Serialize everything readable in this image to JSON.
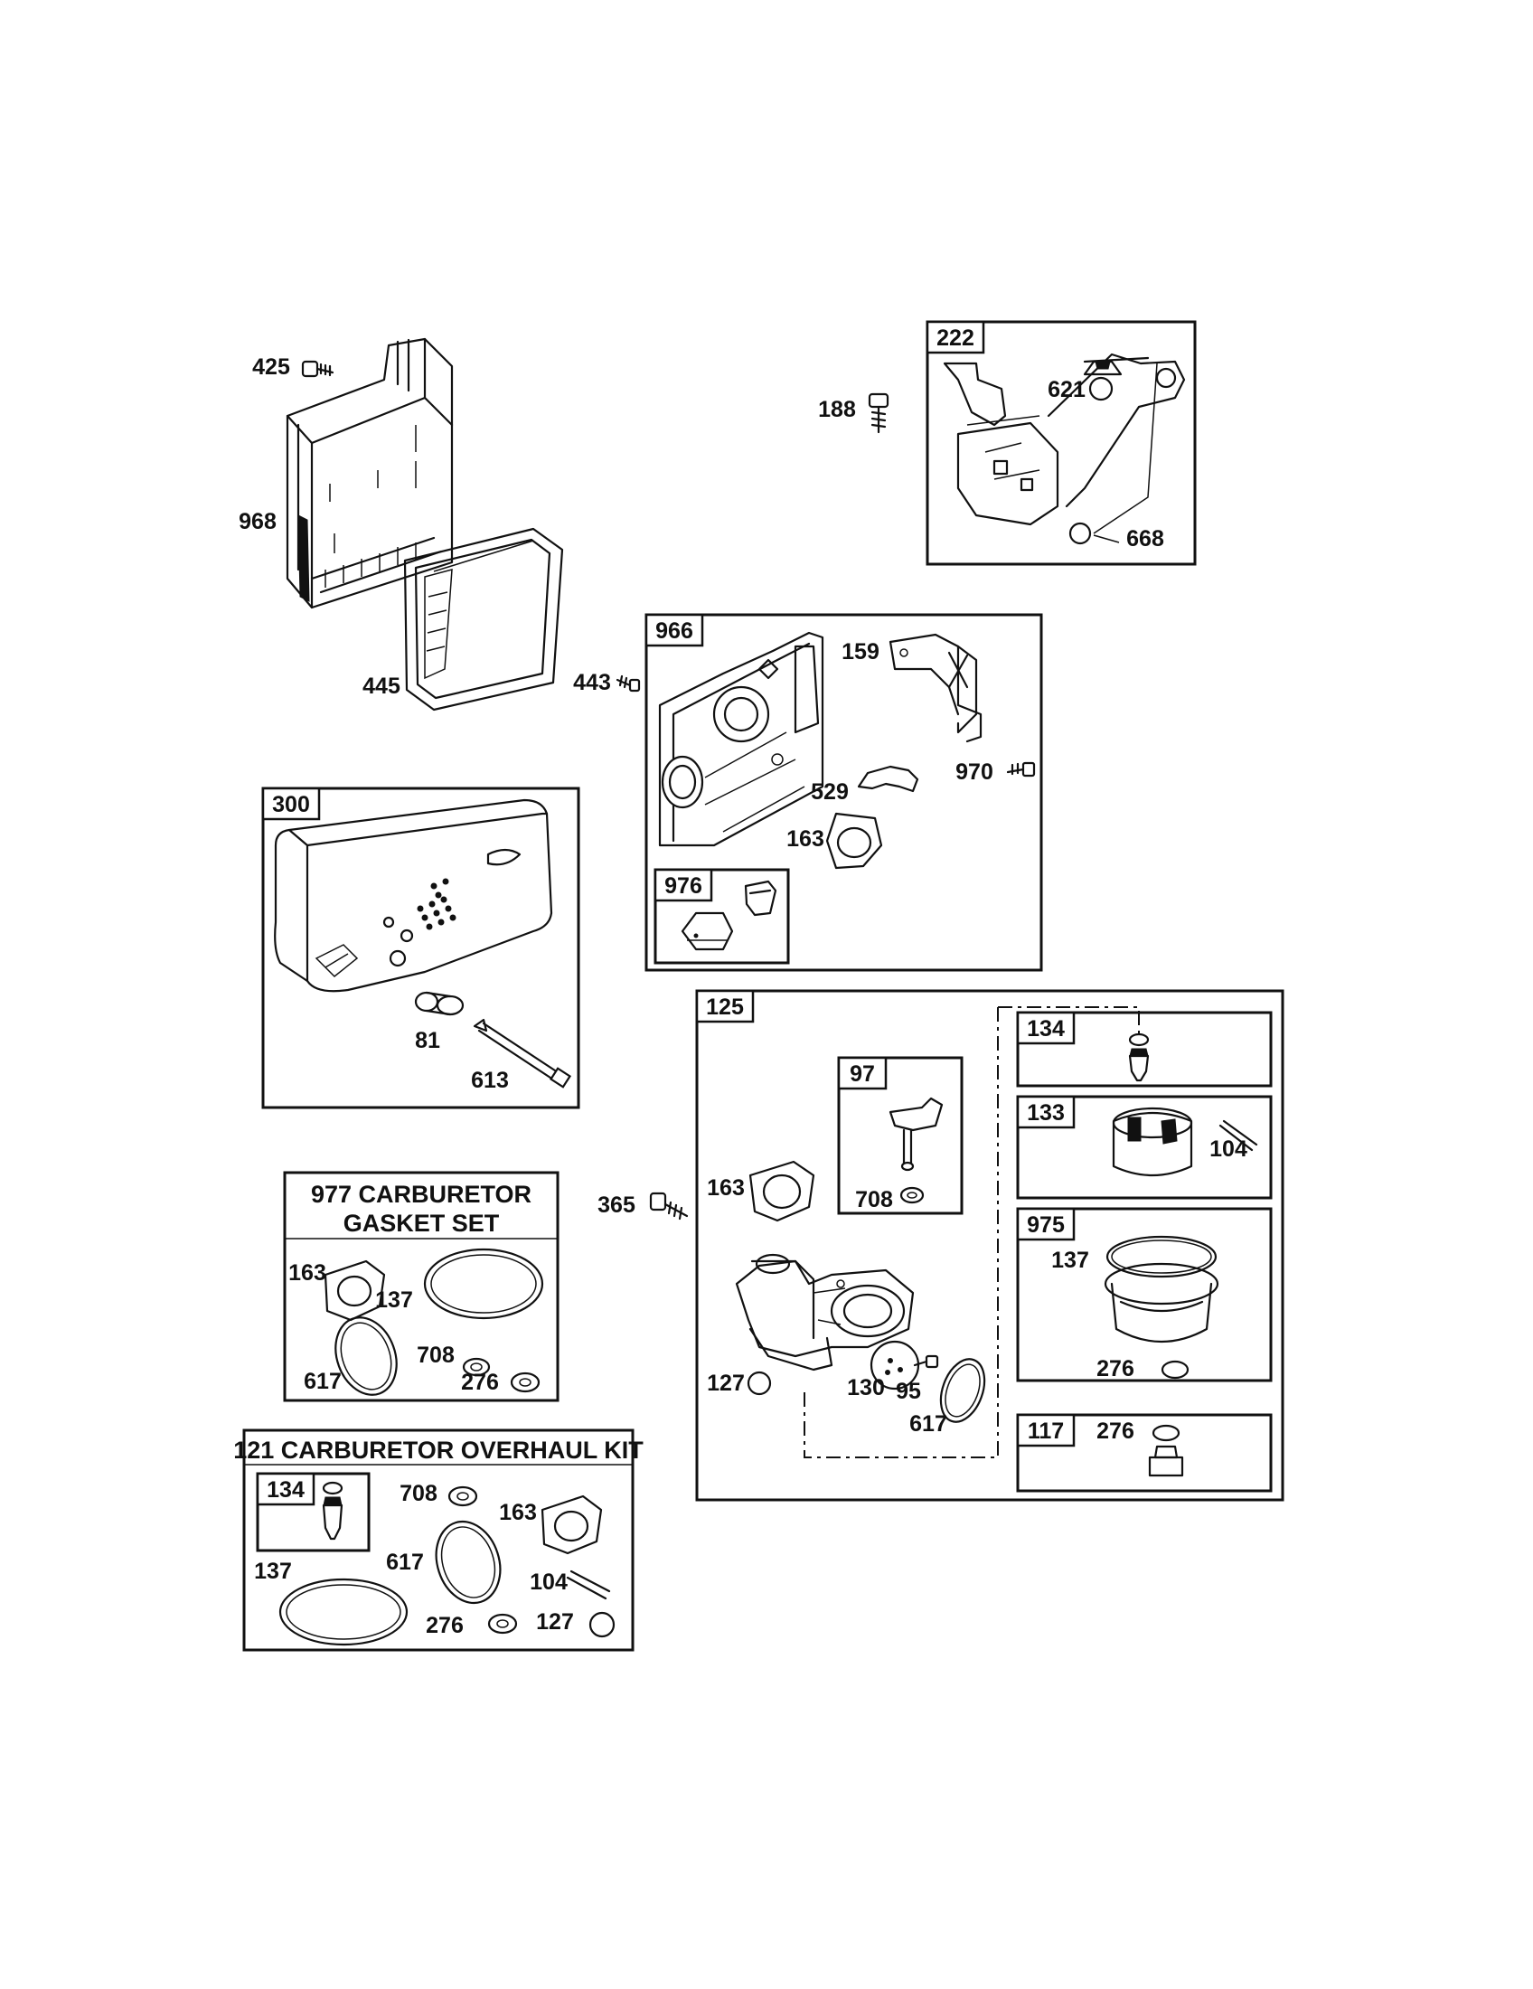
{
  "groups": {
    "g222": {
      "tag": "222",
      "parts": {
        "p188": "188",
        "p621": "621",
        "p668": "668"
      }
    },
    "g966": {
      "tag": "966",
      "parts": {
        "p159": "159",
        "p529": "529",
        "p970": "970",
        "p163": "163"
      }
    },
    "g976": {
      "tag": "976"
    },
    "g300": {
      "tag": "300",
      "parts": {
        "p81": "81",
        "p613": "613"
      }
    },
    "g125": {
      "tag": "125",
      "parts": {
        "p365": "365",
        "p163": "163",
        "p127": "127",
        "p130": "130",
        "p95": "95",
        "p617": "617"
      }
    },
    "g97": {
      "tag": "97",
      "parts": {
        "p708": "708"
      }
    },
    "g134": {
      "tag": "134"
    },
    "g133": {
      "tag": "133",
      "parts": {
        "p104": "104"
      }
    },
    "g975": {
      "tag": "975",
      "parts": {
        "p137": "137",
        "p276": "276"
      }
    },
    "g117": {
      "tag": "117",
      "parts": {
        "p276": "276"
      }
    }
  },
  "loose_parts": {
    "p425": "425",
    "p968": "968",
    "p445": "445",
    "p443": "443"
  },
  "kits": {
    "gasket_set": {
      "title_line1": "977 CARBURETOR",
      "title_line2": "GASKET SET",
      "parts": {
        "p163": "163",
        "p137": "137",
        "p617": "617",
        "p708": "708",
        "p276": "276"
      }
    },
    "overhaul_kit": {
      "title": "121 CARBURETOR OVERHAUL KIT",
      "sub_tag": "134",
      "parts": {
        "p708": "708",
        "p163": "163",
        "p137": "137",
        "p617": "617",
        "p104": "104",
        "p276": "276",
        "p127": "127"
      }
    }
  }
}
